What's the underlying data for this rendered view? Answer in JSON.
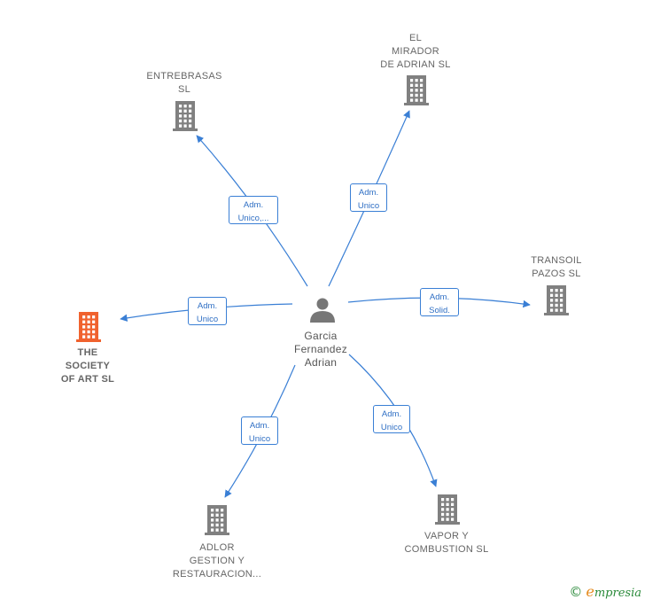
{
  "colors": {
    "edge": "#3a7fd5",
    "building": "#808080",
    "building_highlight": "#f0622e",
    "person": "#777777"
  },
  "center": {
    "icon": "person-icon",
    "lines": [
      "Garcia",
      "Fernandez",
      "Adrian"
    ]
  },
  "companies": [
    {
      "id": "entrebrasas",
      "icon": "building-icon",
      "lines": [
        "ENTREBRASAS",
        "SL"
      ],
      "highlight": false
    },
    {
      "id": "el-mirador",
      "icon": "building-icon",
      "lines": [
        "EL",
        "MIRADOR",
        "DE ADRIAN SL"
      ],
      "highlight": false
    },
    {
      "id": "transoil",
      "icon": "building-icon",
      "lines": [
        "TRANSOIL",
        "PAZOS  SL"
      ],
      "highlight": false
    },
    {
      "id": "the-society",
      "icon": "building-icon",
      "lines": [
        "THE",
        "SOCIETY",
        "OF ART  SL"
      ],
      "highlight": true
    },
    {
      "id": "adlor",
      "icon": "building-icon",
      "lines": [
        "ADLOR",
        "GESTION Y",
        "RESTAURACION..."
      ],
      "highlight": false
    },
    {
      "id": "vapor",
      "icon": "building-icon",
      "lines": [
        "VAPOR Y",
        "COMBUSTION SL"
      ],
      "highlight": false
    }
  ],
  "relations": [
    {
      "target": "entrebrasas",
      "lines": [
        "Adm.",
        "Unico,..."
      ]
    },
    {
      "target": "el-mirador",
      "lines": [
        "Adm.",
        "Unico"
      ]
    },
    {
      "target": "transoil",
      "lines": [
        "Adm.",
        "Solid."
      ]
    },
    {
      "target": "the-society",
      "lines": [
        "Adm.",
        "Unico"
      ]
    },
    {
      "target": "adlor",
      "lines": [
        "Adm.",
        "Unico"
      ]
    },
    {
      "target": "vapor",
      "lines": [
        "Adm.",
        "Unico"
      ]
    }
  ],
  "footer": {
    "copyright": "©",
    "brand_initial": "e",
    "brand_rest": "mpresia"
  }
}
